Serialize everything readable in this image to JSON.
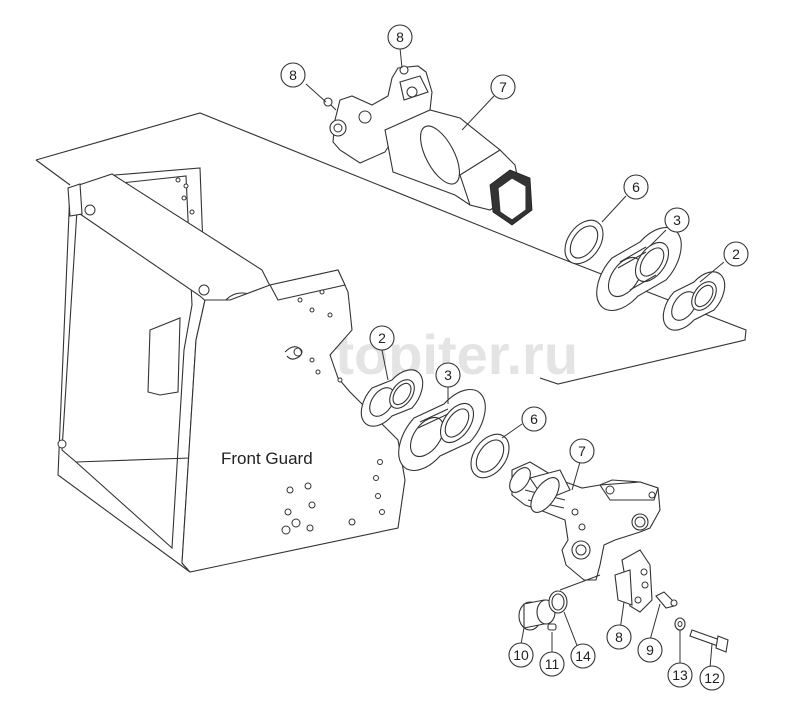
{
  "diagram": {
    "label": "Front Guard",
    "watermark": "autopiter.ru",
    "callouts": [
      "8",
      "8",
      "7",
      "6",
      "3",
      "2",
      "2",
      "3",
      "6",
      "7",
      "8",
      "9",
      "10",
      "11",
      "14",
      "13",
      "12"
    ]
  }
}
